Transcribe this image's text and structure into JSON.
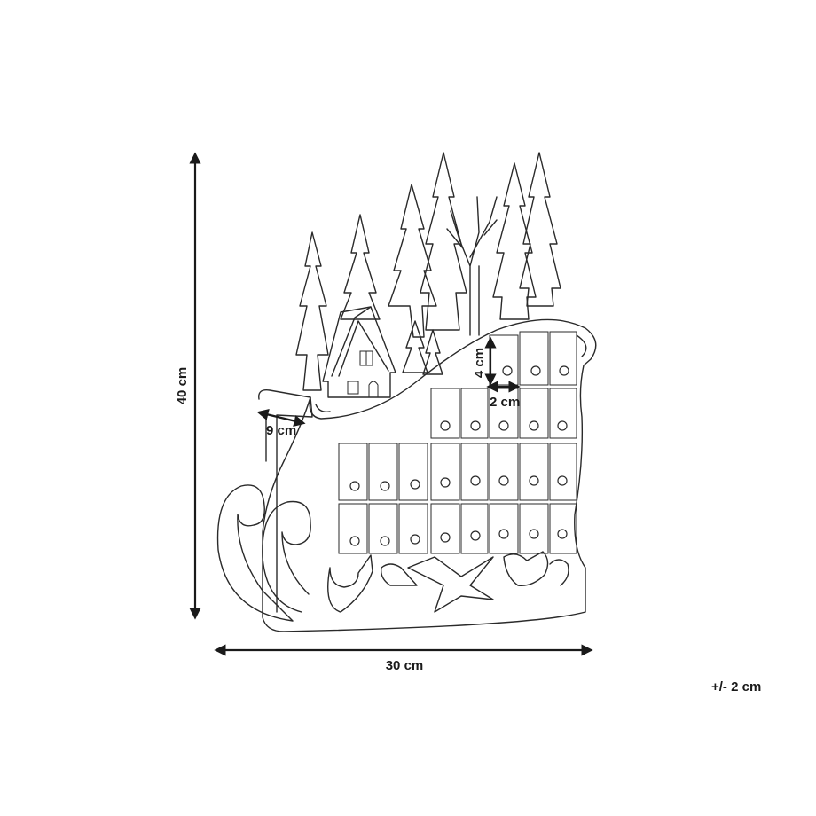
{
  "dimensions": {
    "height": "40 cm",
    "width": "30 cm",
    "depth": "9 cm",
    "drawer_height": "4 cm",
    "drawer_width": "2 cm",
    "tolerance": "+/- 2 cm"
  },
  "colors": {
    "line": "#2a2a2a",
    "text": "#1a1a1a",
    "background": "#ffffff"
  }
}
